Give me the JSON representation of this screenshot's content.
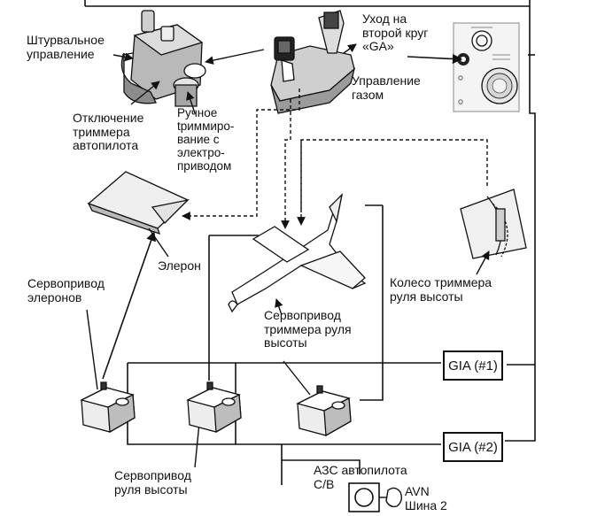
{
  "labels": {
    "yoke": "Штурвальное\nуправление",
    "ap_disconnect": "Отключение\nтриммера\nавтопилота",
    "manual_trim": "Ручное\ntриммиро-\nвание с\nэлектро-\nприводом",
    "go_around": "Уход на\nвторой круг\n«GA»",
    "throttle": "Управление\nгазом",
    "aileron": "Элерон",
    "aileron_servo": "Сервопривод\nэлеронов",
    "pitch_trim_servo": "Сервопривод\nтриммера руля\nвысоты",
    "pitch_trim_wheel": "Колесо триммера\nруля высоты",
    "elevator_servo": "Сервопривод\nруля высоты",
    "ap_breaker": "АЗС автопилота\nC/B",
    "avn_bus": "AVN\nШина 2"
  },
  "gia": {
    "box1": "GIA (#1)",
    "box2": "GIA (#2)"
  },
  "colors": {
    "line": "#111111",
    "fill_light": "#f2f2f2",
    "fill_mid": "#d6d6d6",
    "fill_dark": "#9a9a9a"
  }
}
